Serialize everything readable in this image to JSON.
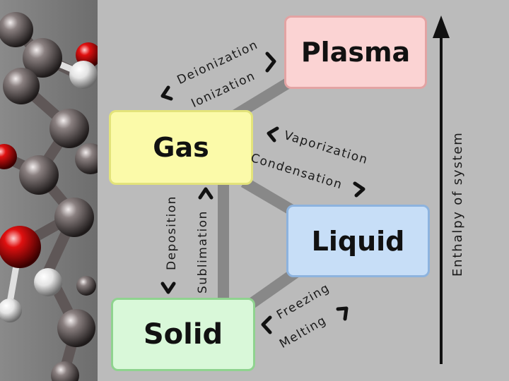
{
  "states": {
    "plasma": "Plasma",
    "gas": "Gas",
    "liquid": "Liquid",
    "solid": "Solid"
  },
  "transitions": {
    "deionization": "Deionization",
    "ionization": "Ionization",
    "vaporization": "Vaporization",
    "condensation": "Condensation",
    "freezing": "Freezing",
    "melting": "Melting",
    "deposition": "Deposition",
    "sublimation": "Sublimation"
  },
  "axis": {
    "label": "Enthalpy of system"
  },
  "colors": {
    "plasma": "#fbd3d3",
    "gas": "#fbfaa9",
    "liquid": "#c7def7",
    "solid": "#d9f8d9",
    "connector": "#888888",
    "background": "#bbbbbb"
  }
}
